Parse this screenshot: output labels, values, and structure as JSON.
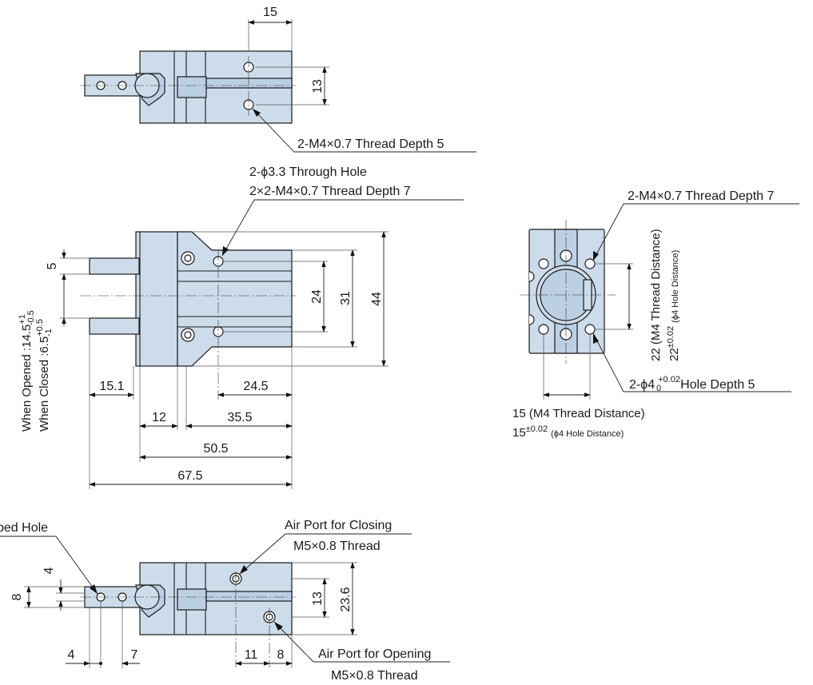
{
  "dims": {
    "top_15": "15",
    "top_13": "13",
    "front_5": "5",
    "front_24": "24",
    "front_31": "31",
    "front_44": "44",
    "front_15_1": "15.1",
    "front_12": "12",
    "front_24_5": "24.5",
    "front_35_5": "35.5",
    "front_50_5": "50.5",
    "front_67_5": "67.5",
    "bottom_4v": "4",
    "bottom_8v": "8",
    "bottom_13": "13",
    "bottom_23_6": "23.6",
    "bottom_4h": "4",
    "bottom_7": "7",
    "bottom_11": "11",
    "bottom_8h": "8"
  },
  "labels": {
    "top_thread": "2-M4×0.7 Thread Depth 5",
    "front_through_hole": "2-ϕ3.3 Through Hole",
    "front_thread": "2×2-M4×0.7 Thread Depth 7",
    "side_thread": "2-M4×0.7 Thread Depth 7",
    "side_hole_prefix": "2-ϕ4",
    "side_hole_tol_upper": "+0.02",
    "side_hole_tol_lower": "0",
    "side_hole_suffix": "Hole Depth 5",
    "side_v_thread_distance": "22 (M4 Thread Distance)",
    "side_v_hole_value": "22",
    "side_v_hole_tol": "±0.02",
    "side_v_hole_text": "(ϕ4 Hole Distance)",
    "side_h_thread_distance": "15 (M4 Thread Distance)",
    "side_h_hole_value": "15",
    "side_h_hole_tol": "±0.02",
    "side_h_hole_text": "(ϕ4 Hole Distance)",
    "opened_prefix": "When Opened :14.5",
    "opened_tol_upper": "+1",
    "opened_tol_lower": "-0.5",
    "closed_prefix": "When Closed :6.5",
    "closed_tol_upper": "+0.5",
    "closed_tol_lower": "-1",
    "bottom_tapped": "ped Hole",
    "air_closing": "Air Port for Closing",
    "air_closing_thread": "M5×0.8 Thread",
    "air_opening": "Air Port for Opening",
    "air_opening_thread": "M5×0.8 Thread"
  }
}
